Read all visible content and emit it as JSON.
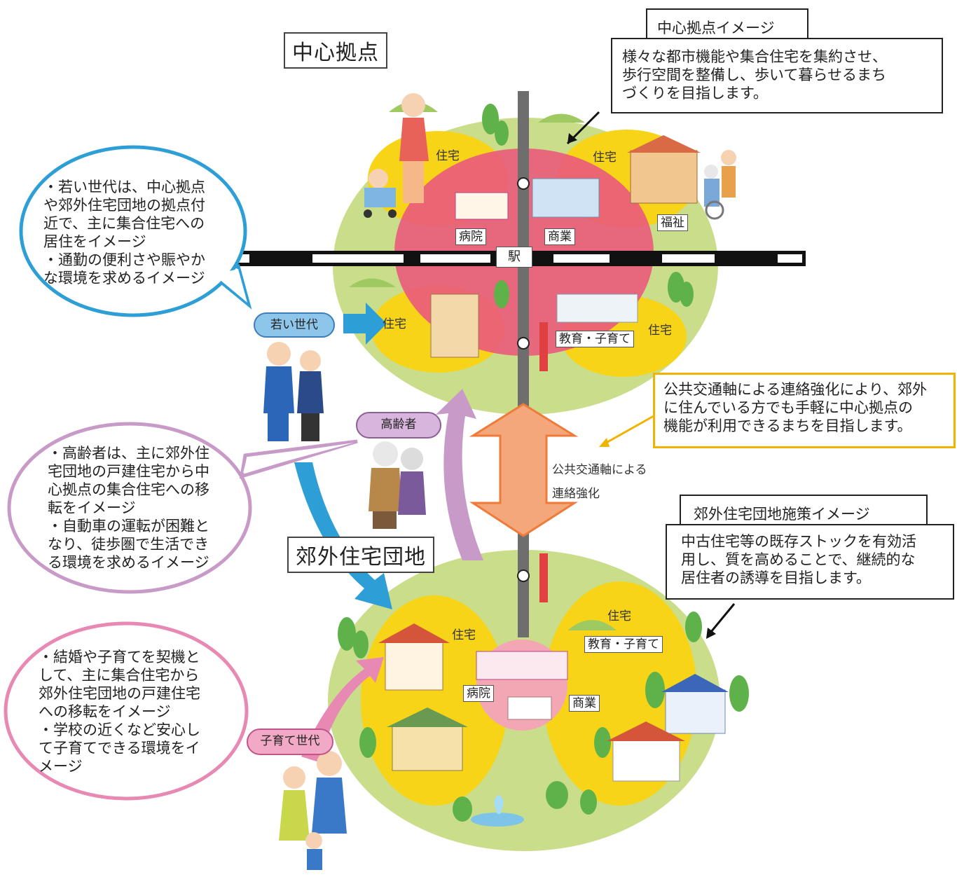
{
  "titles": {
    "central": "中心拠点",
    "suburban": "郊外住宅団地"
  },
  "central_image": {
    "heading": "中心拠点イメージ",
    "lines": [
      "様々な都市機能や集合住宅を集約させ、",
      "歩行空間を整備し、歩いて暮らせるまち",
      "づくりを目指します。"
    ]
  },
  "suburban_image": {
    "heading": "郊外住宅団地施策イメージ",
    "lines": [
      "中古住宅等の既存ストックを有効活",
      "用し、質を高めることで、継続的な",
      "居住者の誘導を目指します。"
    ]
  },
  "transit_note": {
    "lines": [
      "公共交通軸による連絡強化により、郊外",
      "に住んでいる方でも手軽に中心拠点の",
      "機能が利用できるまちを目指します。"
    ]
  },
  "transit_axis": {
    "line1": "公共交通軸による",
    "line2": "連絡強化"
  },
  "bubbles": {
    "young": [
      "・若い世代は、中心拠点",
      "や郊外住宅団地の拠点付",
      "近で、主に集合住宅への",
      "居住をイメージ",
      "・通勤の便利さや賑やか",
      "な環境を求めるイメージ"
    ],
    "elderly": [
      "・高齢者は、主に郊外住",
      "宅団地の戸建住宅から中",
      "心拠点の集合住宅への移",
      "転をイメージ",
      "・自動車の運転が困難と",
      "なり、徒歩圏で生活でき",
      "る環境を求めるイメージ"
    ],
    "family": [
      "・結婚や子育てを契機と",
      "して、主に集合住宅から",
      "郊外住宅団地の戸建住宅",
      "への移転をイメージ",
      "・学校の近くなど安心し",
      "て子育てできる環境をイ",
      "メージ"
    ]
  },
  "groups": {
    "young": "若い世代",
    "elderly": "高齢者",
    "family": "子育て世代"
  },
  "central_labels": {
    "housing_tl": "住宅",
    "housing_tr": "住宅",
    "hospital": "病院",
    "commerce": "商業",
    "welfare": "福祉",
    "station": "駅",
    "housing_bl": "住宅",
    "education": "教育・子育て",
    "housing_br": "住宅"
  },
  "suburban_labels": {
    "housing_l": "住宅",
    "hospital": "病院",
    "commerce": "商業",
    "housing_r": "住宅",
    "education": "教育・子育て"
  },
  "colors": {
    "green_zone": "#c9dd8a",
    "yellow_zone": "#f7d418",
    "pink_zone": "#e95c7b",
    "rail": "#6e6e6e",
    "young_blue": "#2e9fd6",
    "elderly_purple": "#c79ac8",
    "family_pink": "#e889b4",
    "transit_orange": "#f08a4b",
    "note_border": "#f0b400"
  }
}
